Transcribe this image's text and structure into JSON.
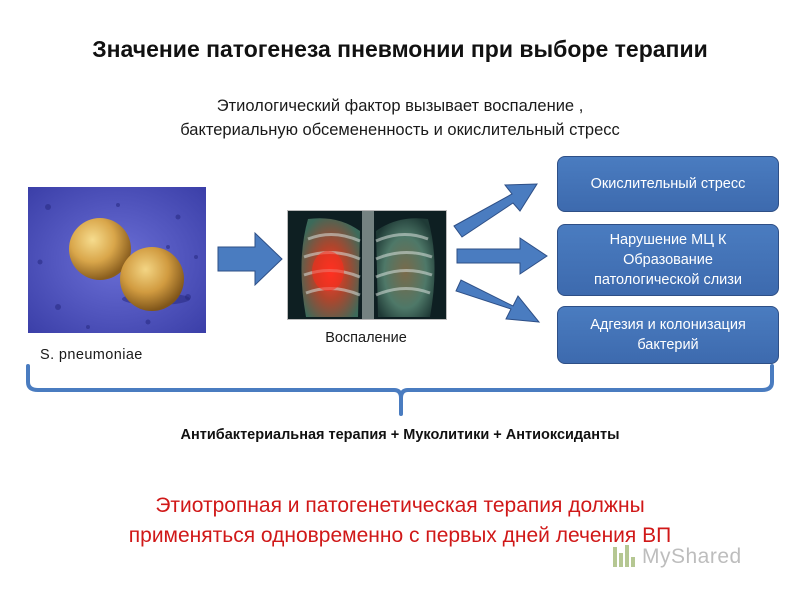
{
  "title": "Значение патогенеза пневмонии при выборе терапии",
  "subtitle": {
    "line1": "Этиологический фактор вызывает воспаление ,",
    "line2": "бактериальную обсемененность и окислительный стресс"
  },
  "bacteria": {
    "caption": "S. pneumoniae"
  },
  "inflammation": {
    "caption": "Воспаление"
  },
  "outcomes": [
    {
      "lines": [
        "Окислительный стресс"
      ]
    },
    {
      "lines": [
        "Нарушение МЦ К",
        "Образование",
        "патологической слизи"
      ]
    },
    {
      "lines": [
        "Адгезия и колонизация",
        "бактерий"
      ]
    }
  ],
  "therapy": "Антибактериальная терапия + Муколитики + Антиоксиданты",
  "conclusion": {
    "line1": "Этиотропная и патогенетическая терапия должны",
    "line2": "применяться одновременно с первых дней лечения ВП"
  },
  "watermark": "MyShared",
  "colors": {
    "box_fill": "#4a7cc0",
    "box_border": "#2e4f86",
    "arrow_fill": "#4a7cc0",
    "conclusion_text": "#d01818",
    "bracket": "#4a7cc0"
  }
}
